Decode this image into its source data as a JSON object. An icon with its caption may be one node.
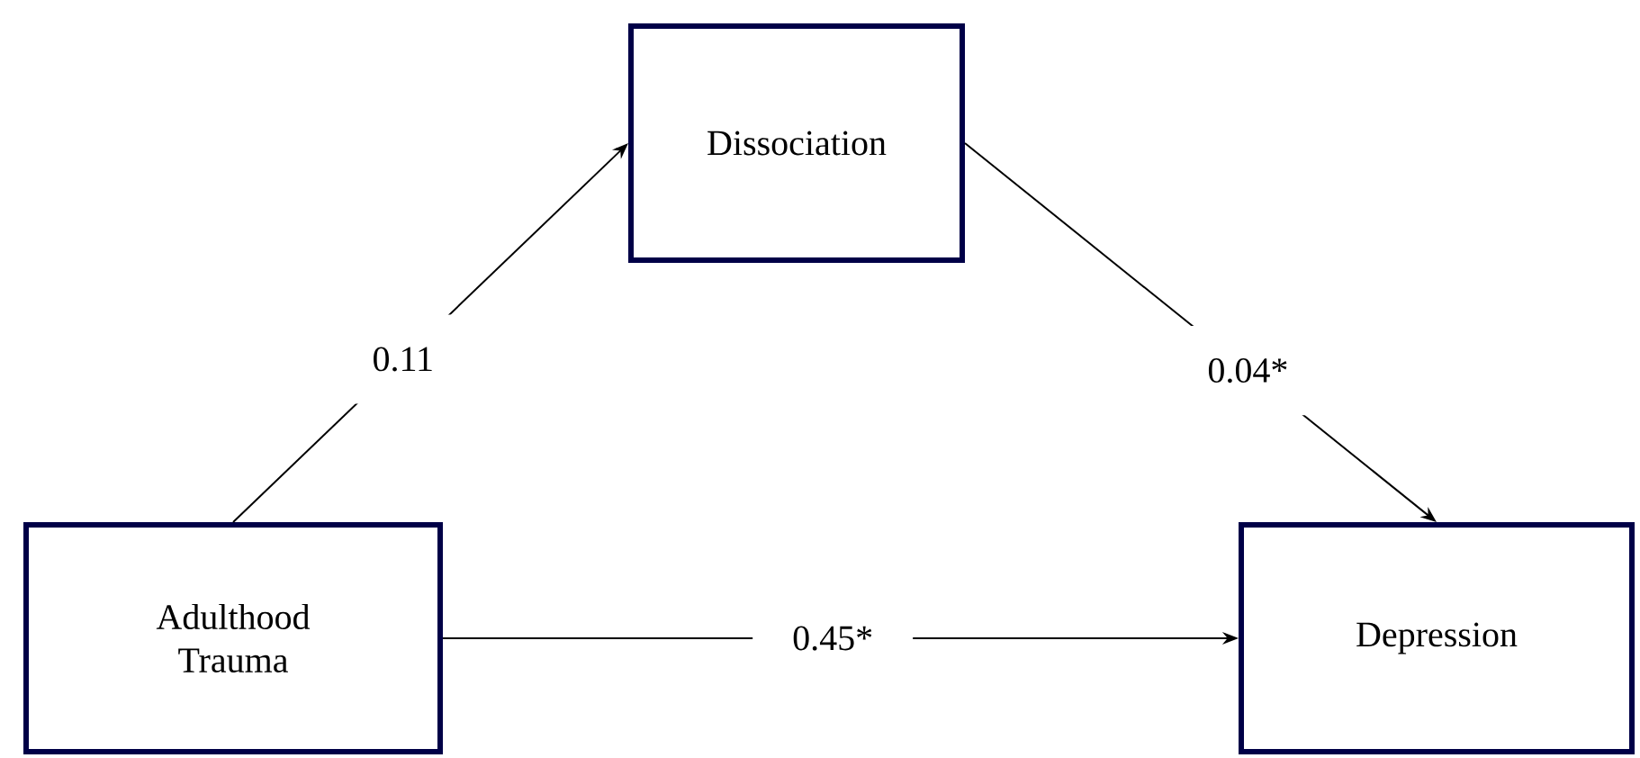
{
  "diagram": {
    "nodes": [
      {
        "text": [
          "Dissociation"
        ]
      },
      {
        "text": [
          "Adulthood Trauma"
        ]
      },
      {
        "text": [
          "Depression"
        ]
      }
    ],
    "edges": [
      {
        "from": 1,
        "to": 0,
        "arrow": "to",
        "label": "0.11"
      },
      {
        "from": 0,
        "to": 2,
        "arrow": "to",
        "label": "0.04*"
      },
      {
        "from": 1,
        "to": 2,
        "arrow": "to",
        "label": "0.45*"
      }
    ]
  }
}
